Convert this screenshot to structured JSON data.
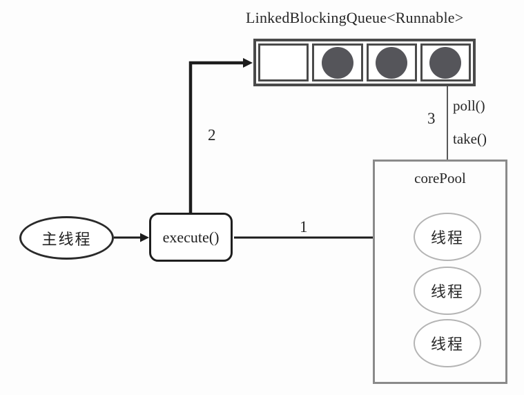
{
  "diagram": {
    "title": "LinkedBlockingQueue<Runnable>",
    "queue": {
      "cells": [
        {
          "filled": false
        },
        {
          "filled": true
        },
        {
          "filled": true
        },
        {
          "filled": true
        }
      ]
    },
    "main_thread_label": "主线程",
    "execute_label": "execute()",
    "core_pool": {
      "label": "corePool",
      "threads": [
        "线程",
        "线程",
        "线程"
      ]
    },
    "arrow_labels": {
      "step1": "1",
      "step2": "2",
      "step3": "3",
      "poll": "poll()",
      "take": "take()"
    },
    "colors": {
      "queue_border": "#4a4a4a",
      "task_circle": "#55555a",
      "core_pool_border": "#8a8a8a",
      "thread_ellipse_border": "#b4b4b4",
      "line": "#1c1c1c"
    }
  }
}
